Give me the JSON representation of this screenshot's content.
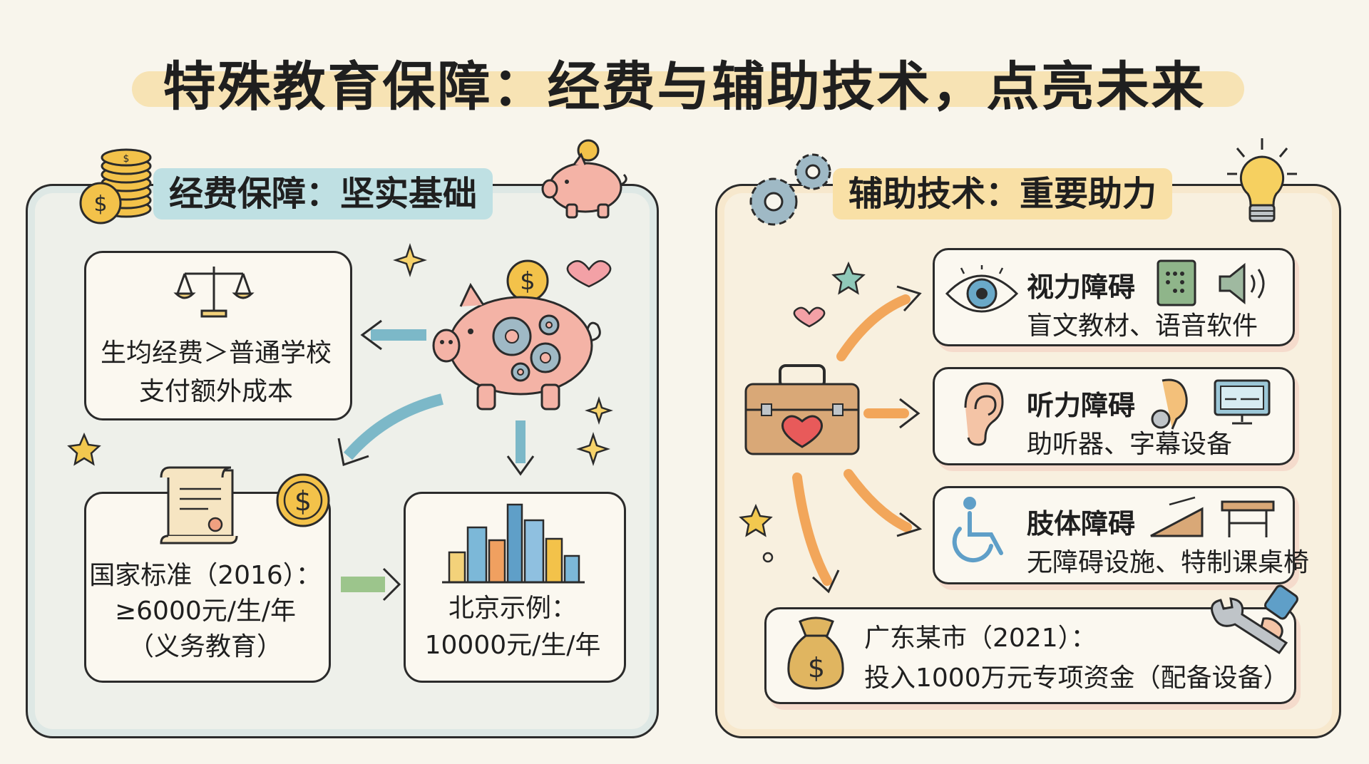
{
  "title": "特殊教育保障：经费与辅助技术，点亮未来",
  "left": {
    "heading": "经费保障：坚实基础",
    "cost_box": {
      "line1": "生均经费＞普通学校",
      "line2": "支付额外成本"
    },
    "standard_box": {
      "line1": "国家标准（2016）：",
      "line2": "≥6000元/生/年",
      "line3": "（义务教育）"
    },
    "beijing_box": {
      "line1": "北京示例：",
      "line2": "10000元/生/年"
    }
  },
  "right": {
    "heading": "辅助技术：重要助力",
    "vision": {
      "title": "视力障碍",
      "desc": "盲文教材、语音软件"
    },
    "hearing": {
      "title": "听力障碍",
      "desc": "助听器、字幕设备"
    },
    "physical": {
      "title": "肢体障碍",
      "desc": "无障碍设施、特制课桌椅"
    },
    "guangdong": {
      "line1": "广东某市（2021）：",
      "line2": "投入1000万元专项资金（配备设备）"
    }
  },
  "icons": [
    "coin-stack-icon",
    "piggy-bank-icon",
    "scale-icon",
    "scroll-icon",
    "coin-icon",
    "city-icon",
    "gears-icon",
    "lightbulb-icon",
    "toolbox-icon",
    "eye-icon",
    "braille-book-icon",
    "speaker-icon",
    "ear-icon",
    "hearing-aid-icon",
    "caption-monitor-icon",
    "wheelchair-icon",
    "ramp-icon",
    "desk-icon",
    "money-bag-icon",
    "wrench-icon",
    "star-icon",
    "heart-icon"
  ],
  "colors": {
    "teal": "#bfe0e3",
    "gold": "#f9e0a6",
    "arrow_blue": "#7cb8c8",
    "arrow_orange": "#f2a65a",
    "arrow_green": "#9cc58c",
    "pig_pink": "#f4b3a6",
    "coin_gold": "#f3c24a"
  }
}
